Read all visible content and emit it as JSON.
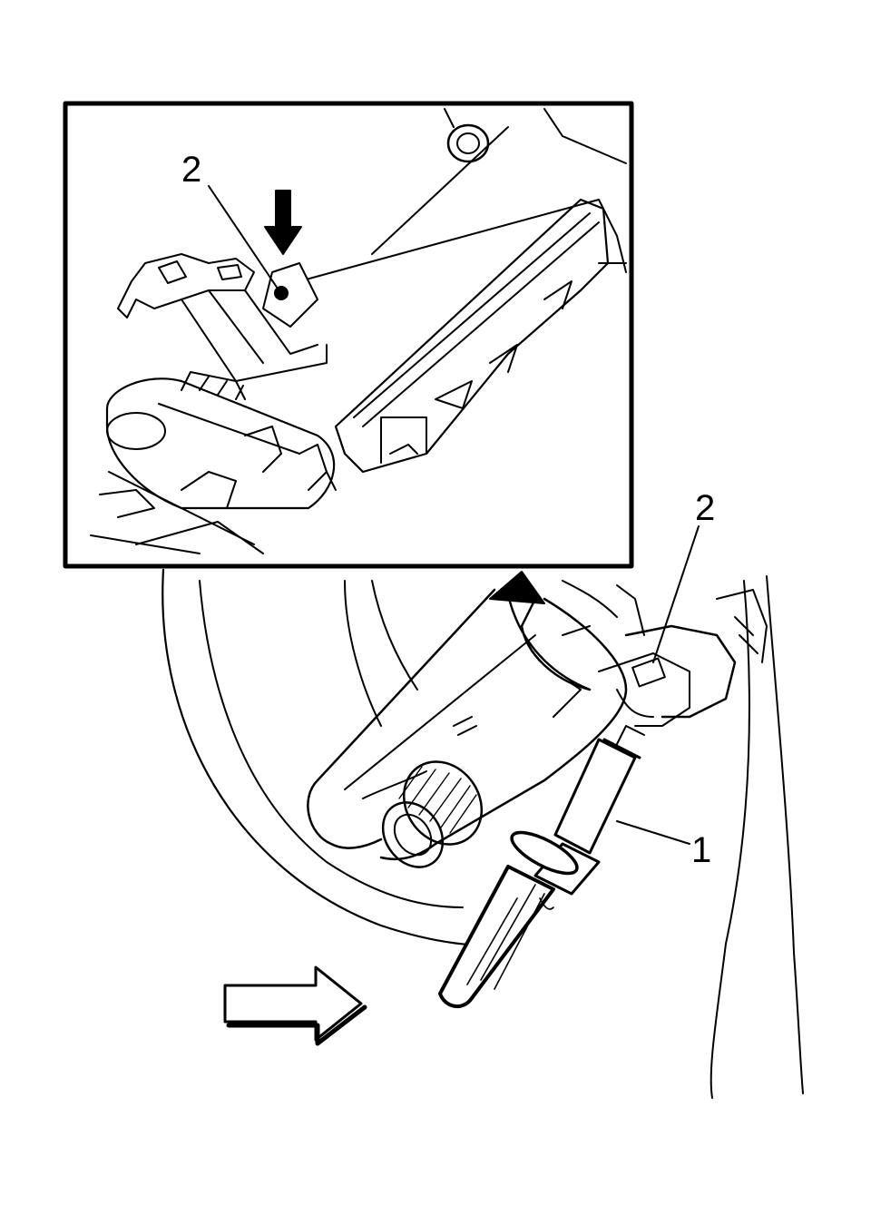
{
  "callouts": {
    "inset_label_2": "2",
    "main_label_2": "2",
    "main_label_1": "1"
  },
  "colors": {
    "ink": "#000000",
    "paper": "#ffffff"
  }
}
